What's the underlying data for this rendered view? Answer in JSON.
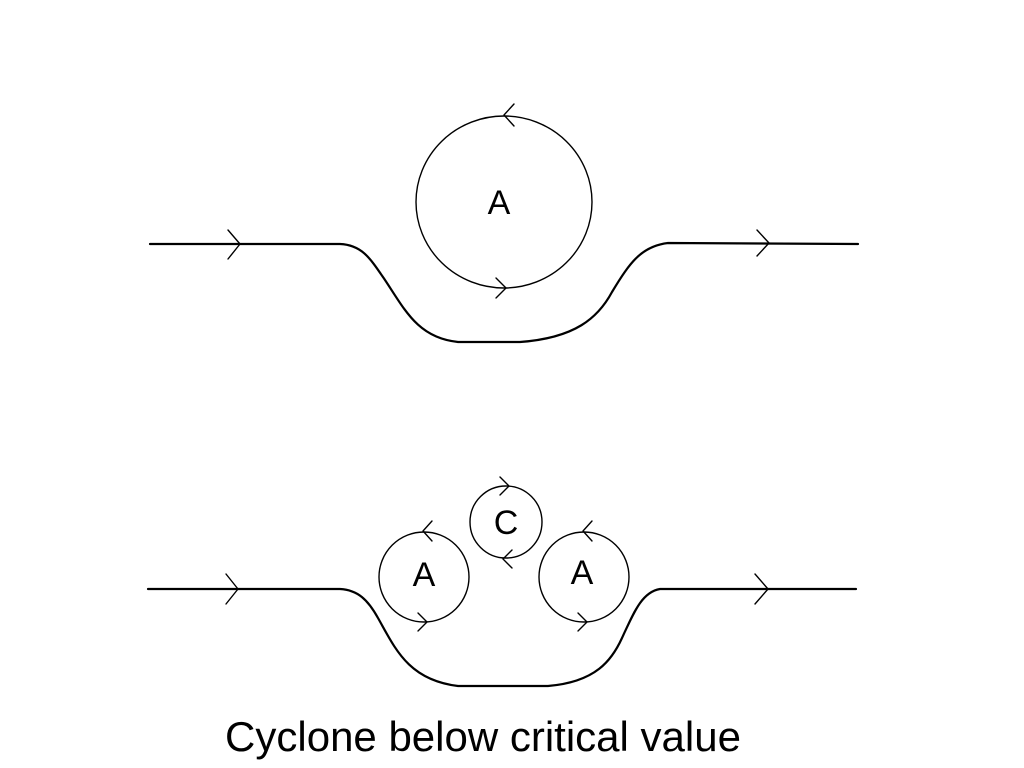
{
  "diagram": {
    "caption": "Cyclone below critical value",
    "top_panel": {
      "eddies": [
        {
          "label": "A"
        }
      ]
    },
    "bottom_panel": {
      "eddies": [
        {
          "label": "A"
        },
        {
          "label": "C"
        },
        {
          "label": "A"
        }
      ]
    }
  }
}
